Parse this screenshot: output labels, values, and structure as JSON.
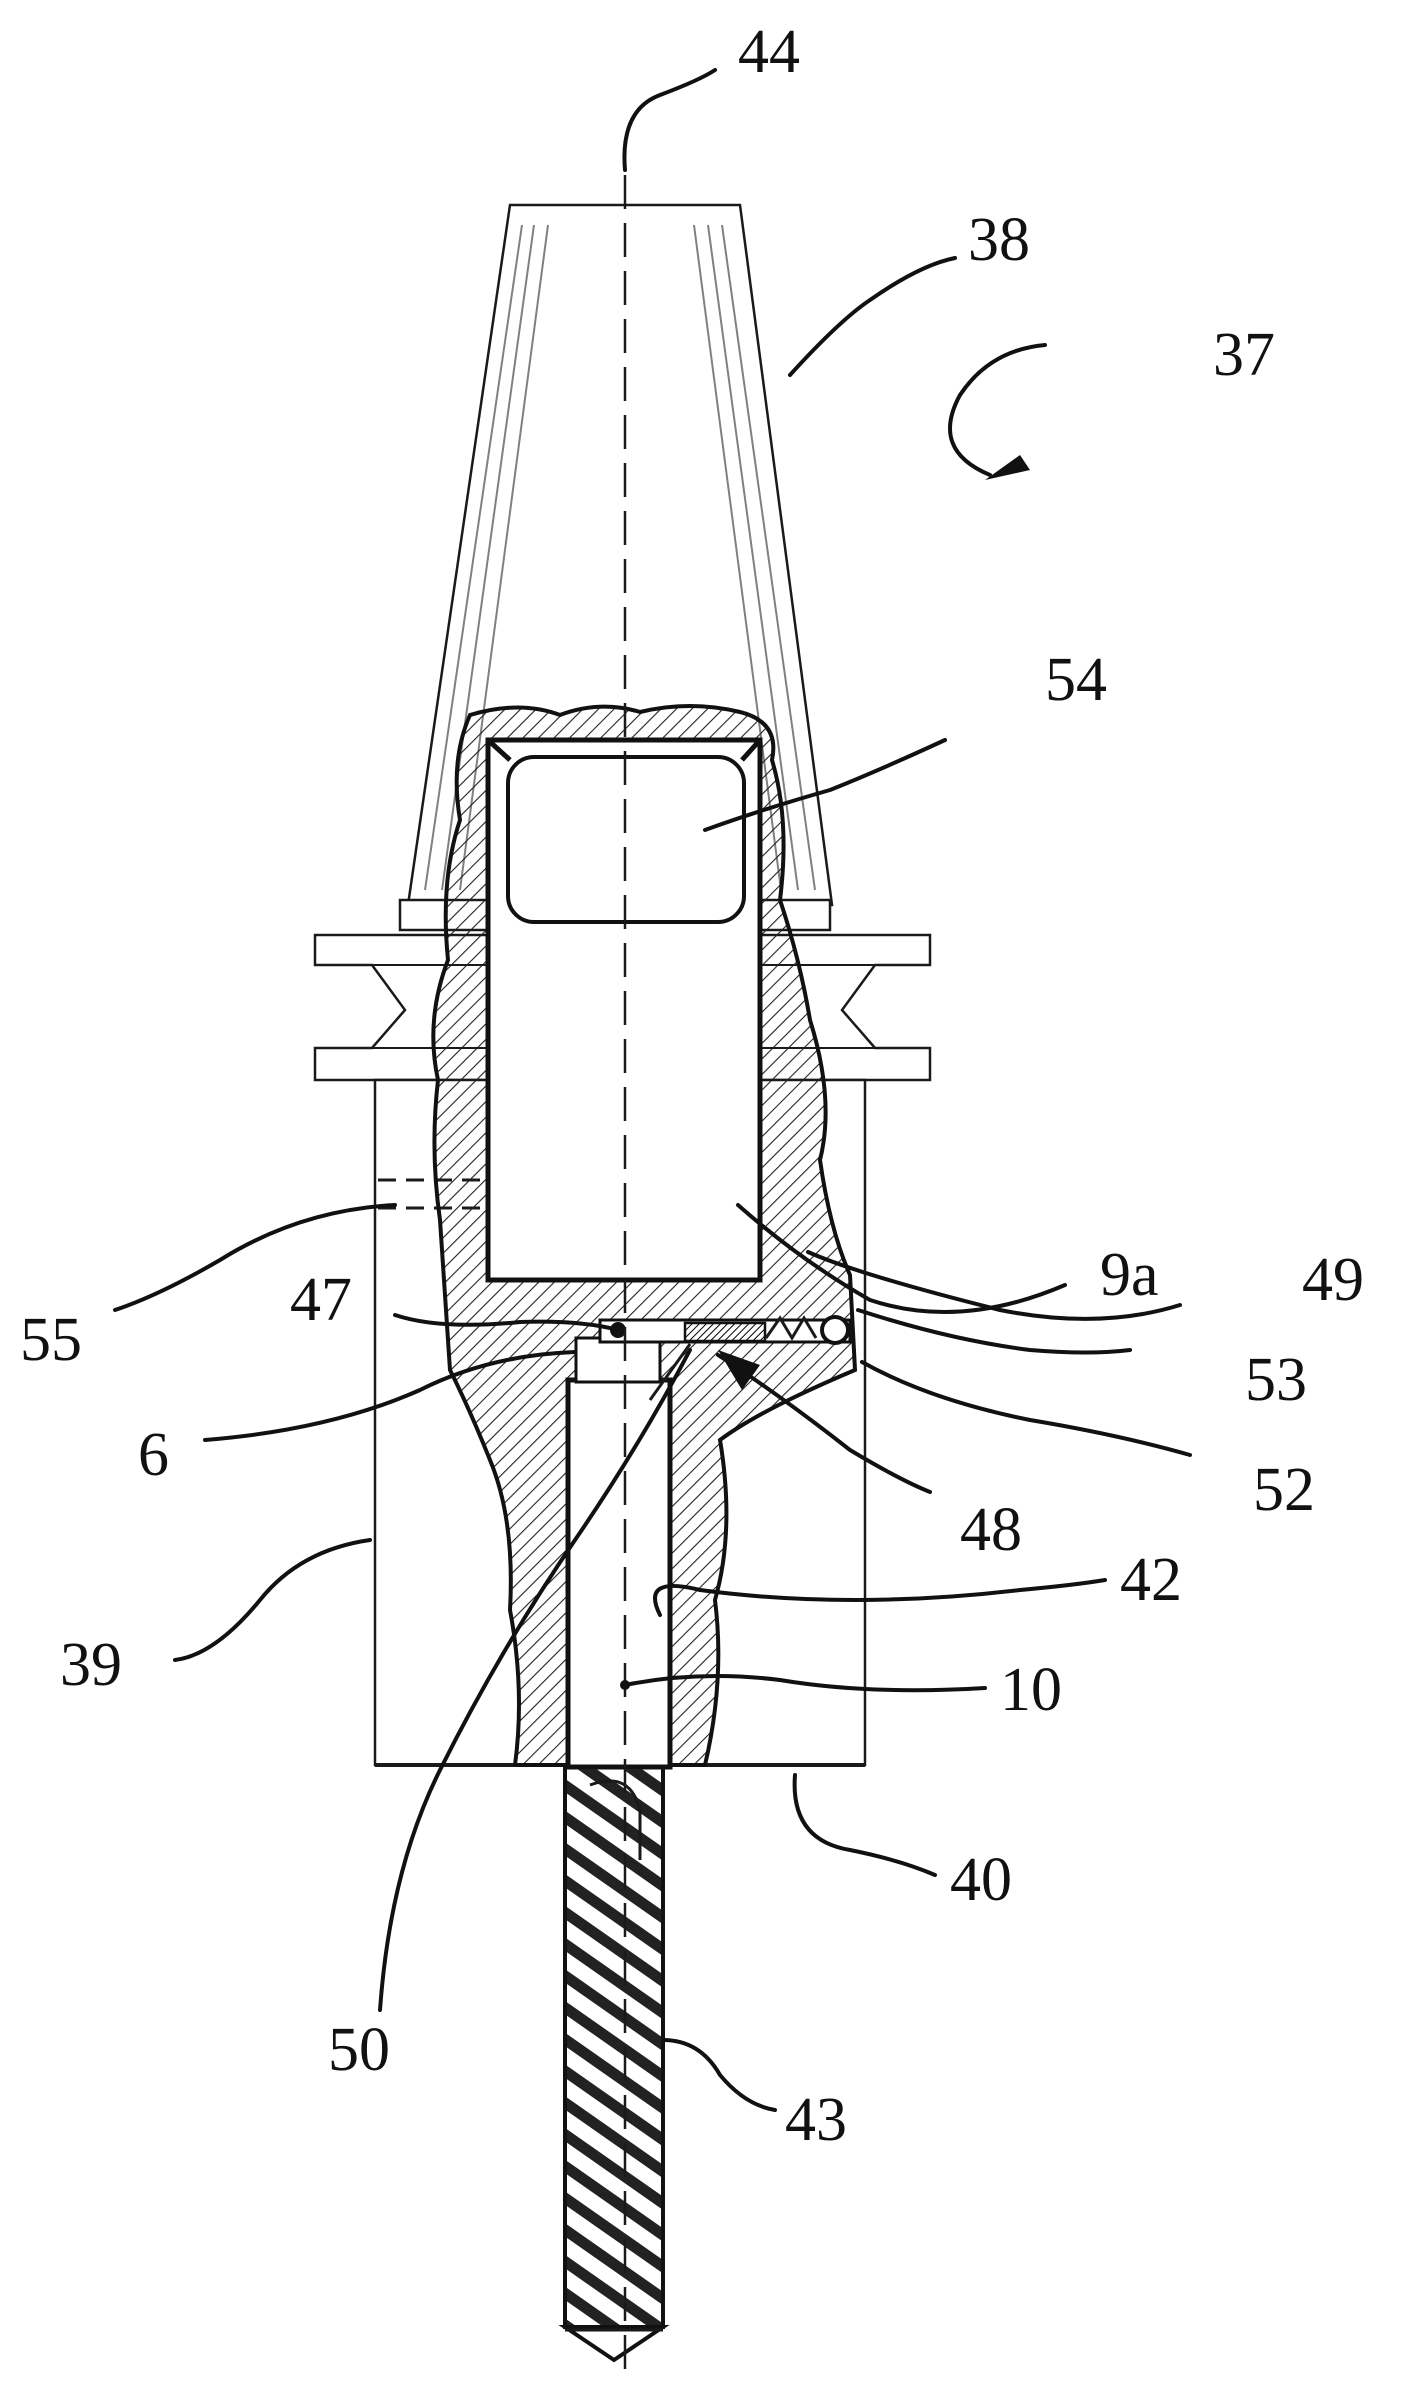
{
  "figure": {
    "labels": {
      "l44": "44",
      "l38": "38",
      "l37": "37",
      "l54": "54",
      "l55": "55",
      "l47": "47",
      "l9a": "9a",
      "l49": "49",
      "l53": "53",
      "l6": "6",
      "l48": "48",
      "l52": "52",
      "l42": "42",
      "l39": "39",
      "l10": "10",
      "l40": "40",
      "l50": "50",
      "l43": "43"
    }
  }
}
